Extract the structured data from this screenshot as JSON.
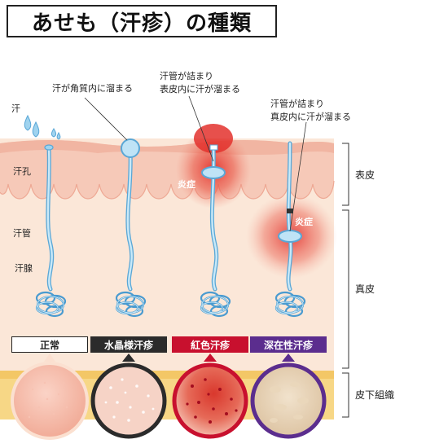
{
  "title": "あせも（汗疹）の種類",
  "labels": {
    "sweat": "汗",
    "pore": "汗孔",
    "duct": "汗管",
    "gland": "汗腺",
    "inflammation": "炎症"
  },
  "annotations": {
    "crystallina": "汗が角質内に溜まる",
    "rubra_line1": "汗管が詰まり",
    "rubra_line2": "表皮内に汗が溜まる",
    "profunda_line1": "汗管が詰まり",
    "profunda_line2": "真皮内に汗が溜まる"
  },
  "layers": {
    "epidermis": "表皮",
    "dermis": "真皮",
    "subcutis": "皮下組織"
  },
  "types": [
    {
      "label": "正常",
      "bg": "#ffffff",
      "fg": "#222222",
      "border": "#222222"
    },
    {
      "label": "水晶様汗疹",
      "bg": "#2b2b2b",
      "fg": "#ffffff",
      "border": "#2b2b2b"
    },
    {
      "label": "紅色汗疹",
      "bg": "#c8102e",
      "fg": "#ffffff",
      "border": "#c8102e"
    },
    {
      "label": "深在性汗疹",
      "bg": "#5b2d8e",
      "fg": "#ffffff",
      "border": "#5b2d8e"
    }
  ],
  "colors": {
    "epidermis": "#f6c9b8",
    "dermis": "#fbe7d8",
    "subcutis": "#f7d786",
    "duct": "#9fd3ef",
    "inflammation": "#e3312d"
  }
}
